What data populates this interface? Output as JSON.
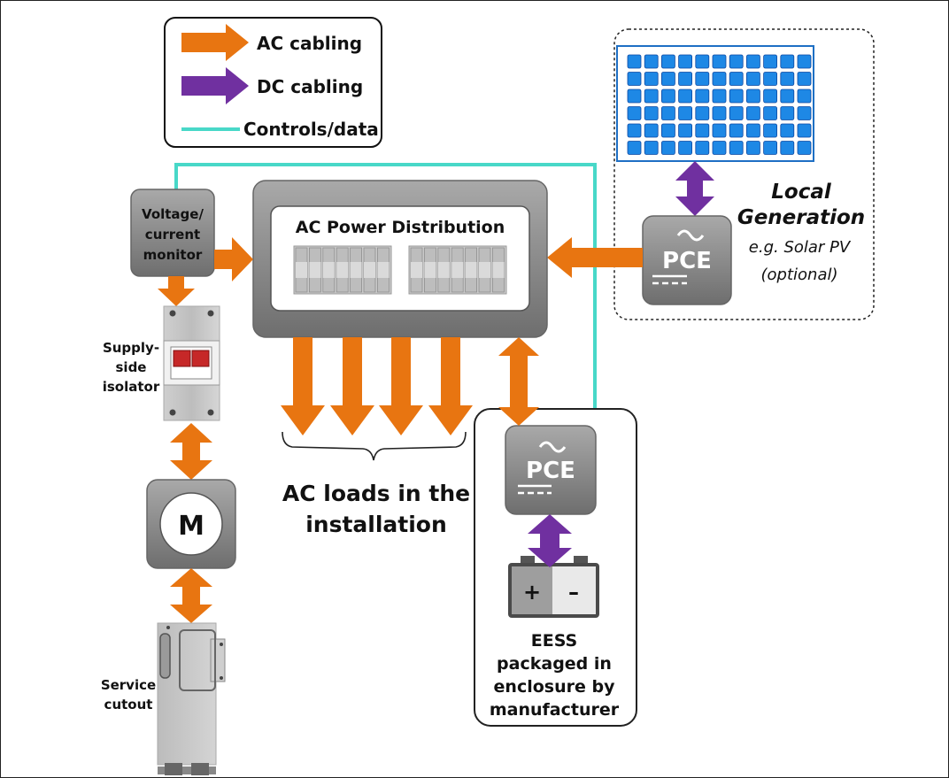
{
  "colors": {
    "ac": "#E87511",
    "dc": "#7030A0",
    "controls": "#48D8C8",
    "box_grey": "#8A8A8A",
    "panel_blue": "#1E88E5"
  },
  "legend": {
    "ac_label": "AC cabling",
    "dc_label": "DC cabling",
    "controls_label": "Controls/data"
  },
  "monitor": {
    "label_lines": [
      "Voltage/",
      "current",
      "monitor"
    ]
  },
  "distribution": {
    "title": "AC Power Distribution"
  },
  "isolator": {
    "label_lines": [
      "Supply-",
      "side",
      "isolator"
    ]
  },
  "meter": {
    "symbol": "M"
  },
  "cutout": {
    "label_lines": [
      "Service",
      "cutout"
    ]
  },
  "loads": {
    "label_lines": [
      "AC loads in the",
      "installation"
    ]
  },
  "local_generation": {
    "title_lines": [
      "Local",
      "Generation"
    ],
    "subtitle_lines": [
      "e.g. Solar PV",
      "(optional)"
    ],
    "pce_label": "PCE"
  },
  "eess": {
    "pce_label": "PCE",
    "battery_plus": "+",
    "battery_minus": "–",
    "label_lines": [
      "EESS",
      "packaged in",
      "enclosure by",
      "manufacturer"
    ]
  }
}
